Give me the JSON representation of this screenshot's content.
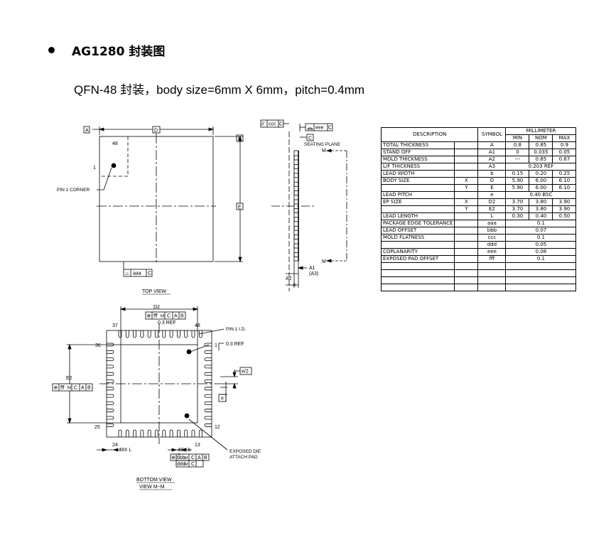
{
  "heading": "AG1280 封装图",
  "subtitle": "QFN-48 封装，body size=6mm X 6mm，pitch=0.4mm",
  "top_view": {
    "label_A": "A",
    "label_D": "D",
    "label_B": "B",
    "label_E": "E",
    "pin48": "48",
    "pin1": "1",
    "pin1_corner": "PIN 1 CORNER",
    "fcf_sym": "⌓",
    "fcf_tol": "aaa",
    "fcf_ref": "C",
    "caption": "TOP VIEW"
  },
  "side_view": {
    "fcf1_sym": "//",
    "fcf1_tol": "ccc",
    "fcf1_ref": "C",
    "fcf2_tol": "eee",
    "fcf2_ref": "C",
    "datum_C": "C",
    "seating_plane": "SEATING PLANE",
    "M_top": "M",
    "M_bottom": "M",
    "A1": "A1",
    "A3": "(A3)",
    "A2": "A2",
    "A": "A"
  },
  "bottom_view": {
    "D2": "D2",
    "fcf_top": [
      "⊕",
      "fff",
      "M",
      "C",
      "A",
      "B"
    ],
    "ref03_top": "0.3 REF",
    "pin37": "37",
    "pin48": "48",
    "pin1_id": "PIN 1 I.D.",
    "pin36": "36",
    "pin1": "1",
    "ref03_right": "0.3 REF",
    "e2_label": "e/2",
    "e_label": "e",
    "E2": "E2",
    "fcf_left": [
      "⊕",
      "fff",
      "M",
      "C",
      "A",
      "B"
    ],
    "pin25": "25",
    "pin12": "12",
    "pin24": "24",
    "pin13": "13",
    "lead_L": "48X L",
    "lead_b": "48X b",
    "fcf_b1": [
      "⊕",
      "bbb",
      "M",
      "C",
      "A",
      "B"
    ],
    "fcf_b2": [
      "ddd",
      "M",
      "C"
    ],
    "exposed_pad": "EXPOSED DIE",
    "exposed_pad2": "ATTACH PAD",
    "caption1": "BOTTOM VIEW",
    "caption2": "VIEW M−M"
  },
  "table": {
    "headers": {
      "description": "DESCRIPTION",
      "symbol": "SYMBOL",
      "unit": "MILLIMETER",
      "min": "MIN",
      "nom": "NOM",
      "max": "MAX"
    },
    "rows": [
      {
        "desc": "TOTAL THICKNESS",
        "sub": "",
        "sym": "A",
        "min": "0.8",
        "nom": "0.85",
        "max": "0.9"
      },
      {
        "desc": "STAND OFF",
        "sub": "",
        "sym": "A1",
        "min": "0",
        "nom": "0.035",
        "max": "0.05"
      },
      {
        "desc": "MOLD THICKNESS",
        "sub": "",
        "sym": "A2",
        "min": "---",
        "nom": "0.65",
        "max": "0.67"
      },
      {
        "desc": "L/F THICKNESS",
        "sub": "",
        "sym": "A3",
        "span": "0.203 REF"
      },
      {
        "desc": "LEAD WIDTH",
        "sub": "",
        "sym": "b",
        "min": "0.15",
        "nom": "0.20",
        "max": "0.25"
      },
      {
        "desc": "BODY SIZE",
        "sub": "X",
        "sym": "D",
        "min": "5.90",
        "nom": "6.00",
        "max": "6.10"
      },
      {
        "desc": "",
        "sub": "Y",
        "sym": "E",
        "min": "5.90",
        "nom": "6.00",
        "max": "6.10"
      },
      {
        "desc": "LEAD PITCH",
        "sub": "",
        "sym": "e",
        "span": "0.40 BSC"
      },
      {
        "desc": "EP SIZE",
        "sub": "X",
        "sym": "D2",
        "min": "3.70",
        "nom": "3.80",
        "max": "3.90"
      },
      {
        "desc": "",
        "sub": "Y",
        "sym": "E2",
        "min": "3.70",
        "nom": "3.80",
        "max": "3.90"
      },
      {
        "desc": "LEAD LENGTH",
        "sub": "",
        "sym": "L",
        "min": "0.30",
        "nom": "0.40",
        "max": "0.50"
      },
      {
        "desc": "PACKAGE EDGE TOLERANCE",
        "sub": "",
        "sym": "aaa",
        "span": "0.1"
      },
      {
        "desc": "LEAD OFFSET",
        "sub": "",
        "sym": "bbb",
        "span": "0.07"
      },
      {
        "desc": "MOLD FLATNESS",
        "sub": "",
        "sym": "ccc",
        "span": "0.1"
      },
      {
        "desc": "",
        "sub": "",
        "sym": "ddd",
        "span": "0.05"
      },
      {
        "desc": "COPLANARITY",
        "sub": "",
        "sym": "eee",
        "span": "0.08"
      },
      {
        "desc": "EXPOSED PAD OFFSET",
        "sub": "",
        "sym": "fff",
        "span": "0.1"
      },
      {
        "desc": "",
        "sub": "",
        "sym": "",
        "span": ""
      },
      {
        "desc": "",
        "sub": "",
        "sym": "",
        "span": ""
      },
      {
        "desc": "",
        "sub": "",
        "sym": "",
        "span": ""
      },
      {
        "desc": "",
        "sub": "",
        "sym": "",
        "span": ""
      }
    ]
  }
}
